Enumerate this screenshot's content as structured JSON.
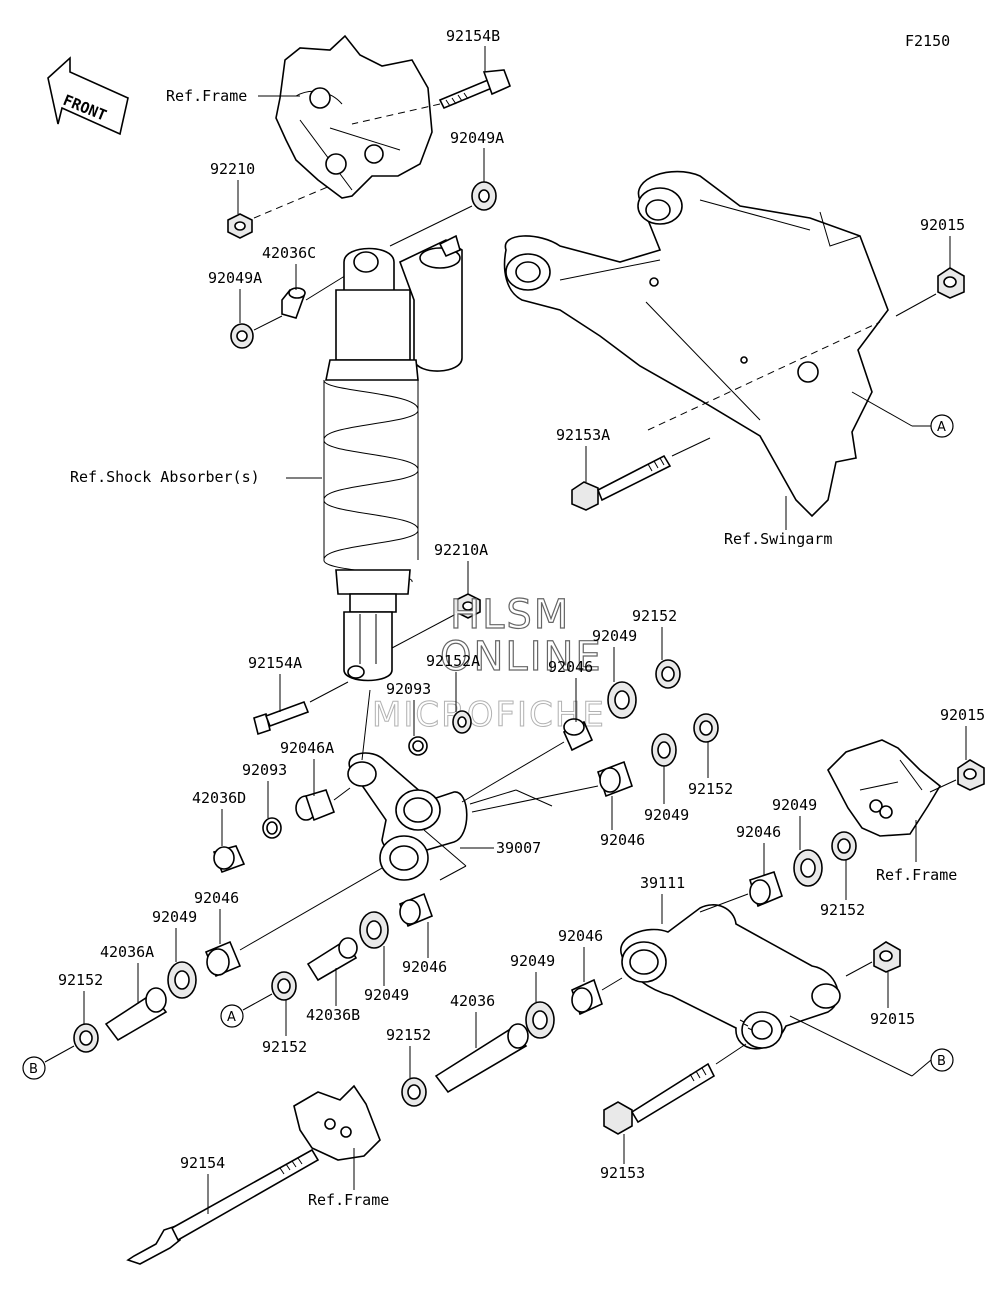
{
  "diagram_code": "F2150",
  "front_label": "FRONT",
  "watermark": {
    "line1": "HLSM",
    "line2": "ONLINE",
    "line3": "MICROFICHE"
  },
  "refs": {
    "frame_top": "Ref.Frame",
    "shock": "Ref.Shock Absorber(s)",
    "swingarm": "Ref.Swingarm",
    "frame_right": "Ref.Frame",
    "frame_bottom": "Ref.Frame"
  },
  "callouts": {
    "a1": "A",
    "a2": "A",
    "b1": "B",
    "b2": "B"
  },
  "parts": {
    "p92154B": "92154B",
    "p92049A_top": "92049A",
    "p92210": "92210",
    "p42036C": "42036C",
    "p92049A_left": "92049A",
    "p92015_top": "92015",
    "p92153A": "92153A",
    "p92210A": "92210A",
    "p92154A": "92154A",
    "p92152A": "92152A",
    "p92093_a": "92093",
    "p92046_a": "92046",
    "p92049_a": "92049",
    "p92152_a": "92152",
    "p92046A": "92046A",
    "p92093_b": "92093",
    "p42036D": "42036D",
    "p92152_b": "92152",
    "p92049_b": "92049",
    "p92046_b": "92046",
    "p39007": "39007",
    "p92015_right": "92015",
    "p92049_c": "92049",
    "p92046_c": "92046",
    "p92152_c": "92152",
    "p39111": "39111",
    "p92046_d": "92046",
    "p92049_d": "92049",
    "p42036A": "42036A",
    "p92152_d": "92152",
    "p92046_e": "92046",
    "p42036B": "42036B",
    "p92049_e": "92049",
    "p92046_f": "92046",
    "p92049_f": "92049",
    "p42036": "42036",
    "p92152_e": "92152",
    "p92152_f": "92152",
    "p92015_bottom": "92015",
    "p92154": "92154",
    "p92153": "92153"
  }
}
